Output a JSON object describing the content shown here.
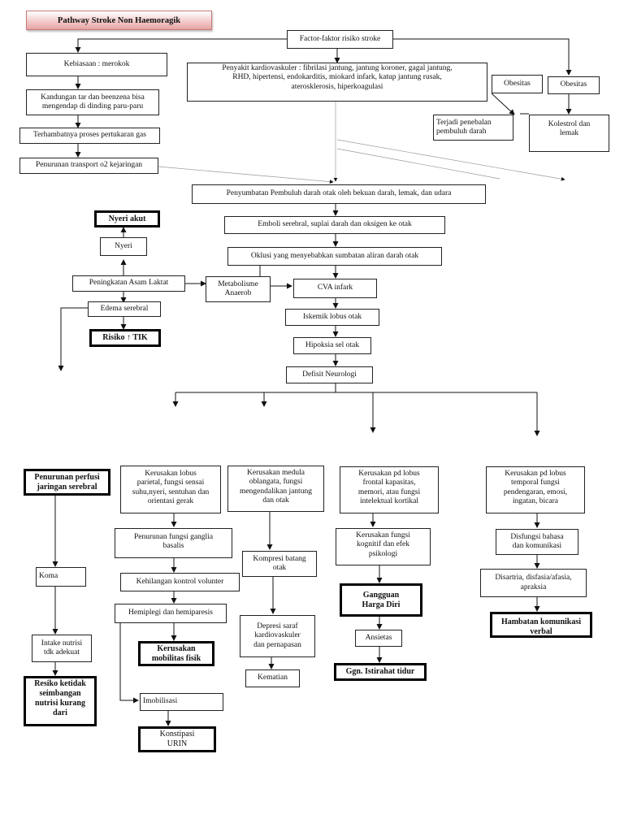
{
  "title": "Pathway Stroke Non Haemoragik",
  "nodes": {
    "risk_factors": "Factor-faktor risiko stroke",
    "smoking_habit": "Kebiasaan : merokok",
    "tar_benzene": "Kandungan tar dan beenzena bisa\nmengendap di dinding paru-paru",
    "gas_exchange": "Terhambatnya proses pertukaran gas",
    "o2_transport": "Penurunan transport o2 kejaringan",
    "cardio_disease": "Penyakit kardiovaskuler : fibrilasi jantung, jantung koroner, gagal jantung,\nRHD, hipertensi, endokarditis, miokard infark, katup jantung rusak,\naterosklerosis, hiperkoagulasi",
    "obesity_1": "Obesitas",
    "obesity_2": "Obesitas",
    "vessel_thickening": "Terjadi penebalan\npembuluh darah",
    "cholesterol": "Kolestrol dan\nlemak",
    "blockage": "Penyumbatan Pembuluh darah otak oleh bekuan darah, lemak, dan udara",
    "emboli": "Emboli serebral, suplai darah dan oksigen ke otak",
    "occlusion": "Oklusi yang menyebabkan sumbatan aliran darah otak",
    "acute_pain": "Nyeri akut",
    "pain": "Nyeri",
    "lactate": "Peningkatan Asam Laktat",
    "anaerobic": "Metabolisme\nAnaerob",
    "cva": "CVA infark",
    "cerebral_edema": "Edema serebral",
    "icp_risk": "Risiko ↑ TIK",
    "ischemia": "Iskemik lobus  otak",
    "hypoxia": "Hipoksia sel otak",
    "neuro_deficit": "Defisit Neurologi",
    "cerebral_perfusion": "Penurunan perfusi\njaringan serebral",
    "parietal_damage": "Kerusakan lobus\nparietal, fungsi sensai\nsuhu,nyeri, sentuhan dan\norientasi gerak",
    "medulla_damage": "Kerusakan medula\noblangata, fungsi\nmengendalikan jantung\ndan otak",
    "frontal_damage": "Kerusakan pd lobus\nfrontal kapasitas,\nmemori, atau fungsi\nintelektual kortikal",
    "temporal_damage": "Kerusakan pd lobus\ntemporal fungsi\npendengaran, emosi,\ningatan, bicara",
    "basal_ganglia": "Penurunan fungsi ganglia\nbasalis",
    "brainstem_compression": "Kompresi batang\notak",
    "cognitive_damage": "Kerusakan fungsi\nkognitif dan efek\npsikologi",
    "language_dysfunction": "Disfungsi bahasa\ndan komunikasi",
    "coma": "Koma",
    "voluntary_control": "Kehilangan kontrol volunter",
    "hemiplegia": "Hemiplegi dan hemiparesis",
    "self_esteem": "Gangguan\nHarga Diri",
    "dysarthria": "Disartria, disfasia/afasia,\napraksia",
    "nerve_depression": "Depresi saraf\nkardiovaskuler\ndan pernapasan",
    "anxiety": "Ansietas",
    "verbal_comm": "Hambatan komunikasi\nverbal",
    "mobility": "Kerusakan\nmobilitas fisik",
    "nutrition_intake": "Intake nutrisi\ntdk adekuat",
    "death": "Kematian",
    "sleep": "Ggn. Istirahat tidur",
    "nutrition_risk": "Resiko ketidak\nseimbangan\nnutrisi kurang\ndari",
    "immobilization": "Imobilisasi",
    "constipation": "Konstipasi\nURIN"
  }
}
